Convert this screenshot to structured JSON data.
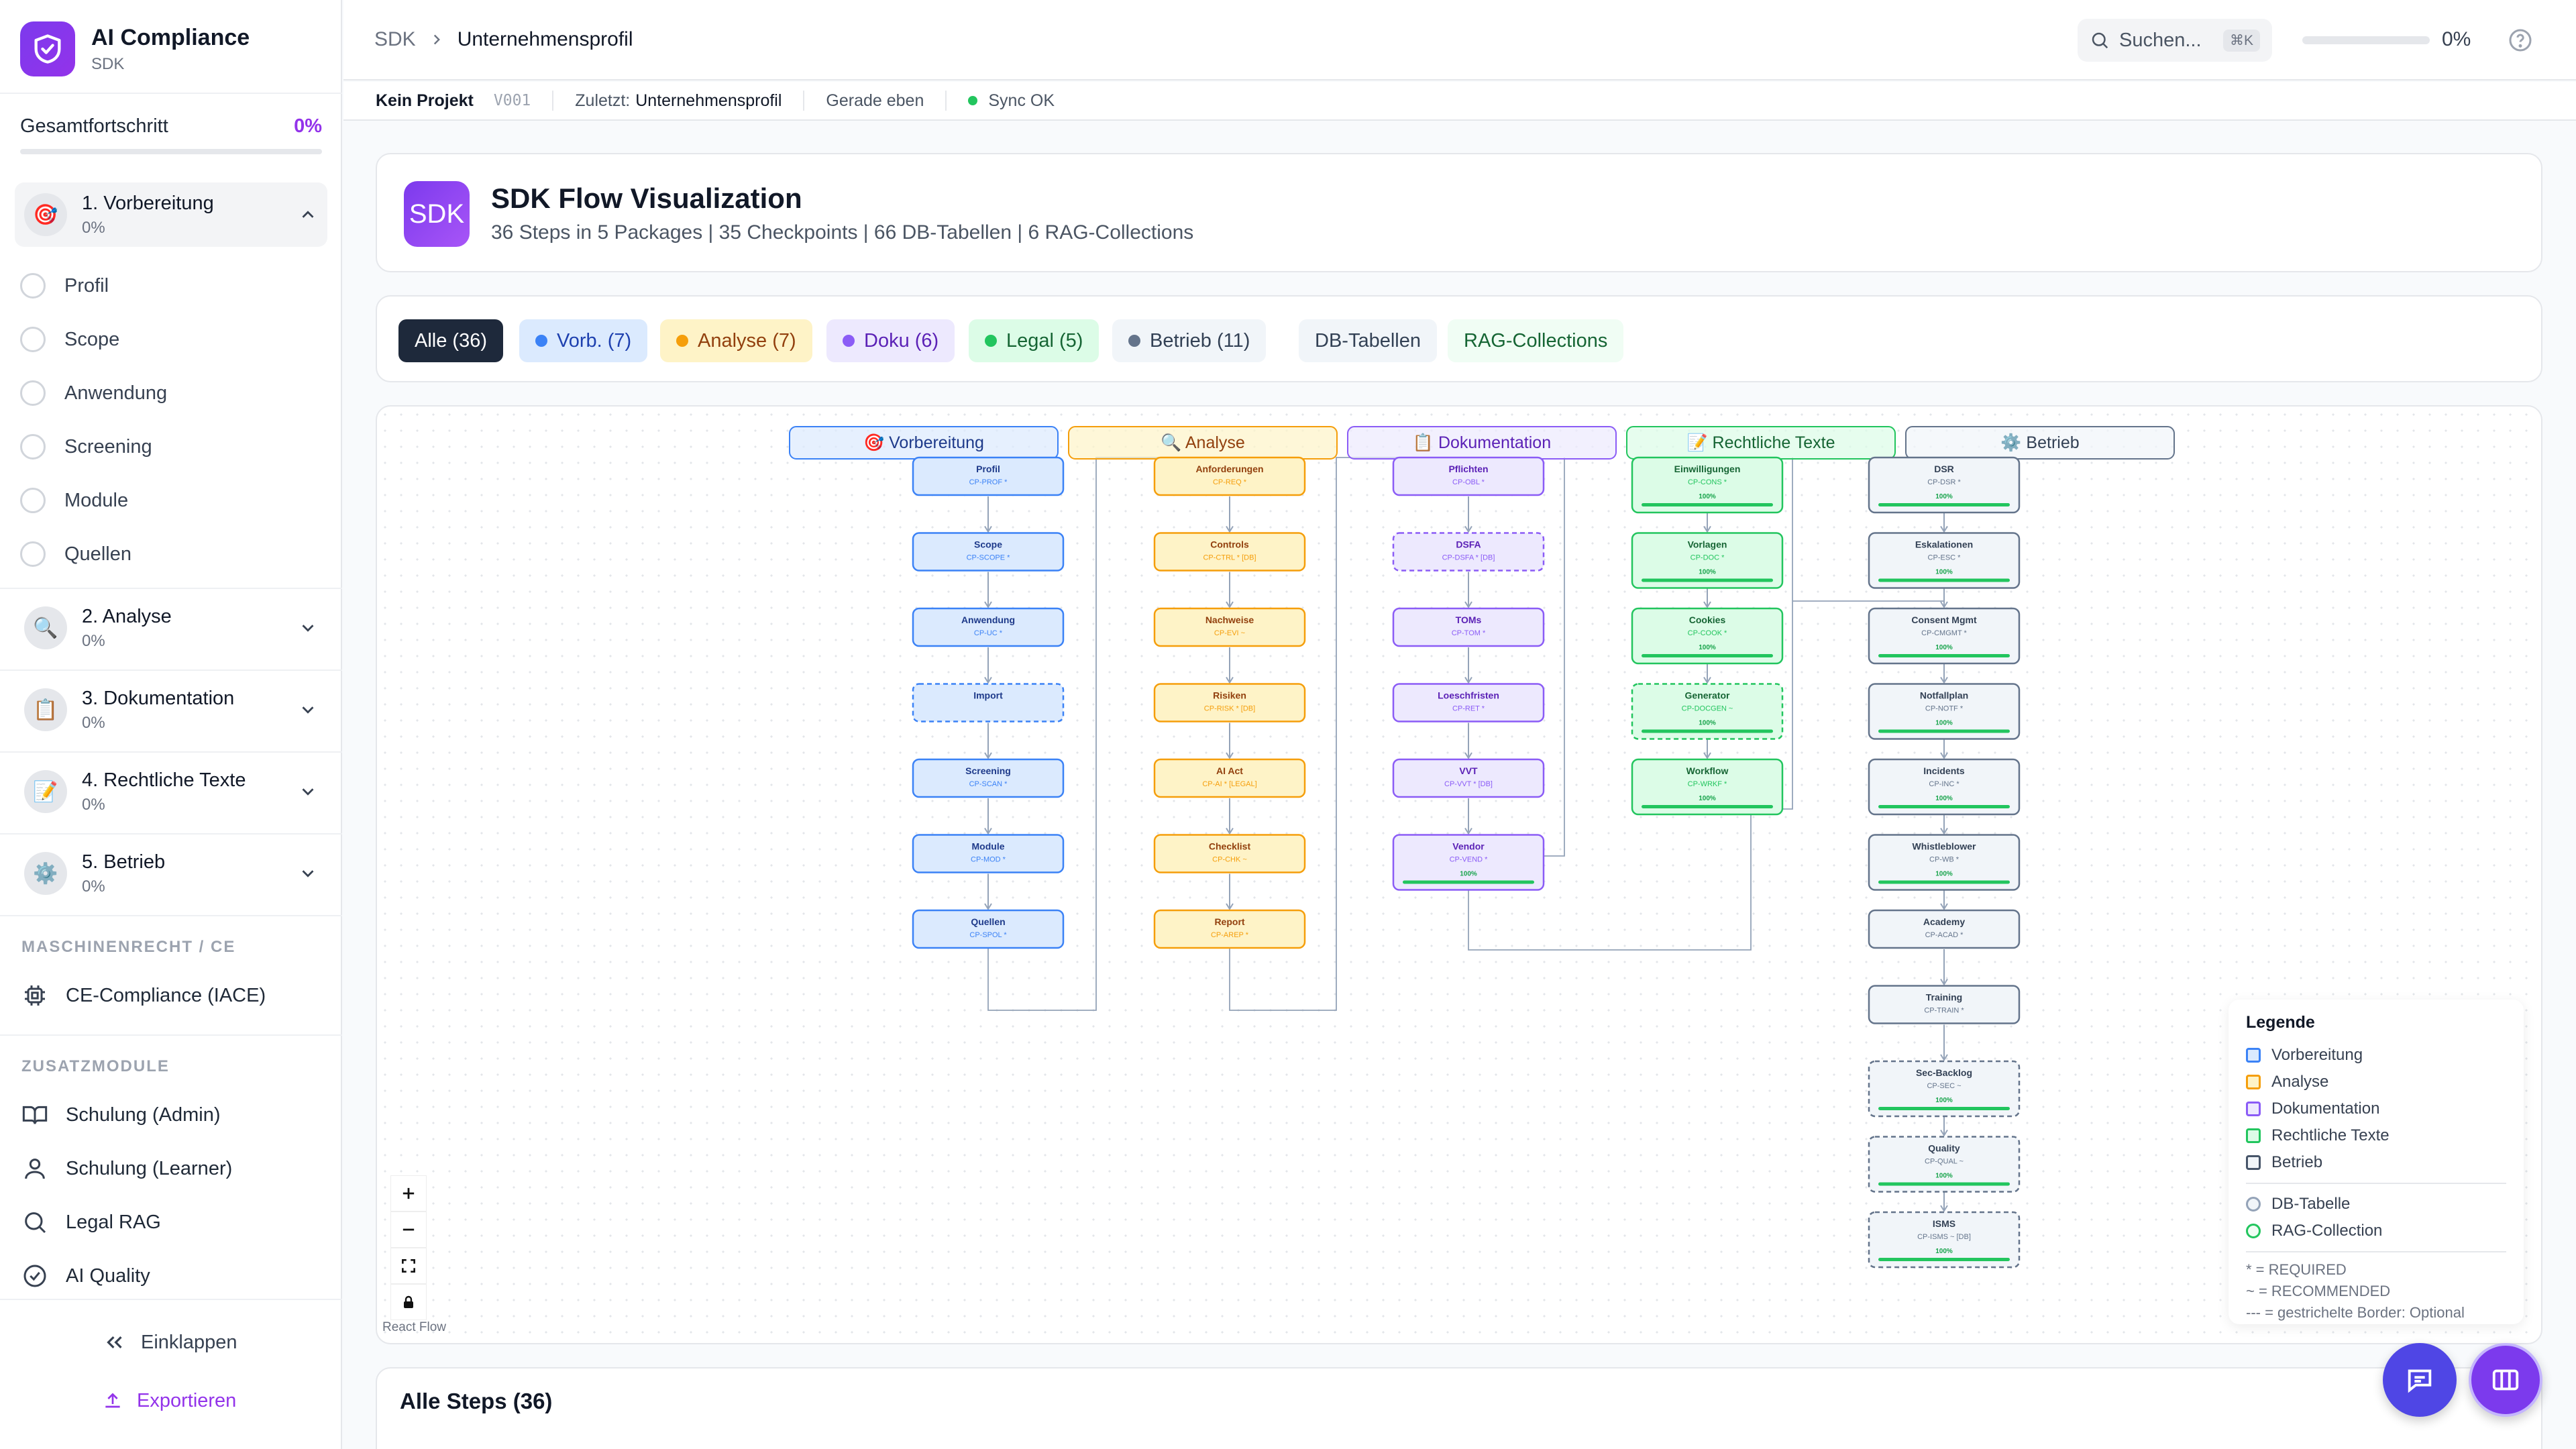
{
  "sidebar": {
    "brand": {
      "title": "AI Compliance",
      "subtitle": "SDK"
    },
    "progress": {
      "label": "Gesamtfortschritt",
      "value": "0%",
      "fraction": 0
    },
    "packages": [
      {
        "label": "1. Vorbereitung",
        "pct": "0%",
        "icon": "target-icon"
      },
      {
        "label": "2. Analyse",
        "pct": "0%",
        "icon": "magnifier-icon"
      },
      {
        "label": "3. Dokumentation",
        "pct": "0%",
        "icon": "clipboard-icon"
      },
      {
        "label": "4. Rechtliche Texte",
        "pct": "0%",
        "icon": "pencil-icon"
      },
      {
        "label": "5. Betrieb",
        "pct": "0%",
        "icon": "gear-icon"
      }
    ],
    "steps": [
      "Profil",
      "Scope",
      "Anwendung",
      "Screening",
      "Module",
      "Quellen"
    ],
    "section_machine": "MASCHINENRECHT / CE",
    "machine_link": "CE-Compliance (IACE)",
    "section_extra": "ZUSATZMODULE",
    "extra_links": [
      "Schulung (Admin)",
      "Schulung (Learner)",
      "Legal RAG",
      "AI Quality"
    ],
    "collapse": "Einklappen",
    "export": "Exportieren"
  },
  "header": {
    "breadcrumb": [
      "SDK",
      "Unternehmensprofil"
    ],
    "search": {
      "placeholder": "Suchen...",
      "shortcut": "⌘K"
    },
    "progress": {
      "value": "0%",
      "fraction": 0
    }
  },
  "status": {
    "project": "Kein Projekt",
    "version": "V001",
    "last_label": "Zuletzt:",
    "last_value": "Unternehmensprofil",
    "saved": "Gerade eben",
    "sync": "Sync OK"
  },
  "hero": {
    "badge": "SDK",
    "title": "SDK Flow Visualization",
    "subtitle": "36 Steps in 5 Packages | 35 Checkpoints | 66 DB-Tabellen | 6 RAG-Collections"
  },
  "filters": [
    {
      "label": "Alle (36)",
      "bg": "#1e293b",
      "fg": "#ffffff",
      "dot": ""
    },
    {
      "label": "Vorb. (7)",
      "bg": "#dbeafe",
      "fg": "#1e40af",
      "dot": "#3b82f6"
    },
    {
      "label": "Analyse (7)",
      "bg": "#fef3c7",
      "fg": "#92400e",
      "dot": "#f59e0b"
    },
    {
      "label": "Doku (6)",
      "bg": "#ede9fe",
      "fg": "#5b21b6",
      "dot": "#8b5cf6"
    },
    {
      "label": "Legal (5)",
      "bg": "#dcfce7",
      "fg": "#166534",
      "dot": "#22c55e"
    },
    {
      "label": "Betrieb (11)",
      "bg": "#f1f5f9",
      "fg": "#334155",
      "dot": "#64748b"
    },
    {
      "label": "DB-Tabellen",
      "bg": "#f1f5f9",
      "fg": "#334155",
      "dot": ""
    },
    {
      "label": "RAG-Collections",
      "bg": "#f0fdf4",
      "fg": "#166534",
      "dot": ""
    }
  ],
  "flow": {
    "packages": [
      {
        "name": "Vorbereitung",
        "icon": "🎯",
        "color": "#3b82f6",
        "fill": "#dbeafe",
        "text": "#1e3a8a"
      },
      {
        "name": "Analyse",
        "icon": "🔍",
        "color": "#f59e0b",
        "fill": "#fef3c7",
        "text": "#92400e"
      },
      {
        "name": "Dokumentation",
        "icon": "📋",
        "color": "#8b5cf6",
        "fill": "#ede9fe",
        "text": "#5b21b6"
      },
      {
        "name": "Rechtliche Texte",
        "icon": "📝",
        "color": "#22c55e",
        "fill": "#dcfce7",
        "text": "#166534"
      },
      {
        "name": "Betrieb",
        "icon": "⚙️",
        "color": "#64748b",
        "fill": "#f1f5f9",
        "text": "#334155"
      }
    ],
    "columns": [
      [
        {
          "label": "Profil",
          "cp": "CP-PROF *"
        },
        {
          "label": "Scope",
          "cp": "CP-SCOPE *"
        },
        {
          "label": "Anwendung",
          "cp": "CP-UC *"
        },
        {
          "label": "Import",
          "cp": "",
          "dashed": true
        },
        {
          "label": "Screening",
          "cp": "CP-SCAN *"
        },
        {
          "label": "Module",
          "cp": "CP-MOD *"
        },
        {
          "label": "Quellen",
          "cp": "CP-SPOL *"
        }
      ],
      [
        {
          "label": "Anforderungen",
          "cp": "CP-REQ *"
        },
        {
          "label": "Controls",
          "cp": "CP-CTRL * [DB]"
        },
        {
          "label": "Nachweise",
          "cp": "CP-EVI ~"
        },
        {
          "label": "Risiken",
          "cp": "CP-RISK * [DB]"
        },
        {
          "label": "AI Act",
          "cp": "CP-AI * [LEGAL]"
        },
        {
          "label": "Checklist",
          "cp": "CP-CHK ~"
        },
        {
          "label": "Report",
          "cp": "CP-AREP *"
        }
      ],
      [
        {
          "label": "Pflichten",
          "cp": "CP-OBL *"
        },
        {
          "label": "DSFA",
          "cp": "CP-DSFA * [DB]",
          "dashed": true
        },
        {
          "label": "TOMs",
          "cp": "CP-TOM *"
        },
        {
          "label": "Loeschfristen",
          "cp": "CP-RET *"
        },
        {
          "label": "VVT",
          "cp": "CP-VVT * [DB]"
        },
        {
          "label": "Vendor",
          "cp": "CP-VEND *",
          "pct": "100%"
        }
      ],
      [
        {
          "label": "Einwilligungen",
          "cp": "CP-CONS *",
          "pct": "100%"
        },
        {
          "label": "Vorlagen",
          "cp": "CP-DOC *",
          "pct": "100%"
        },
        {
          "label": "Cookies",
          "cp": "CP-COOK *",
          "pct": "100%"
        },
        {
          "label": "Generator",
          "cp": "CP-DOCGEN ~",
          "pct": "100%",
          "dashed": true
        },
        {
          "label": "Workflow",
          "cp": "CP-WRKF *",
          "pct": "100%"
        }
      ],
      [
        {
          "label": "DSR",
          "cp": "CP-DSR *",
          "pct": "100%"
        },
        {
          "label": "Eskalationen",
          "cp": "CP-ESC *",
          "pct": "100%"
        },
        {
          "label": "Consent Mgmt",
          "cp": "CP-CMGMT *",
          "pct": "100%"
        },
        {
          "label": "Notfallplan",
          "cp": "CP-NOTF *",
          "pct": "100%"
        },
        {
          "label": "Incidents",
          "cp": "CP-INC *",
          "pct": "100%"
        },
        {
          "label": "Whistleblower",
          "cp": "CP-WB *",
          "pct": "100%"
        },
        {
          "label": "Academy",
          "cp": "CP-ACAD *"
        },
        {
          "label": "Training",
          "cp": "CP-TRAIN *"
        },
        {
          "label": "Sec-Backlog",
          "cp": "CP-SEC ~",
          "pct": "100%",
          "dashed": true
        },
        {
          "label": "Quality",
          "cp": "CP-QUAL ~",
          "pct": "100%",
          "dashed": true
        },
        {
          "label": "ISMS",
          "cp": "CP-ISMS ~ [DB]",
          "pct": "100%",
          "dashed": true
        }
      ]
    ],
    "attribution": "React Flow",
    "legend": {
      "title": "Legende",
      "packages": [
        "Vorbereitung",
        "Analyse",
        "Dokumentation",
        "Rechtliche Texte",
        "Betrieb"
      ],
      "db": "DB-Tabelle",
      "rag": "RAG-Collection",
      "notes": [
        "* = REQUIRED",
        "~ = RECOMMENDED",
        "--- = gestrichelte Border: Optional"
      ]
    }
  },
  "steps_section": {
    "title": "Alle Steps (36)"
  }
}
